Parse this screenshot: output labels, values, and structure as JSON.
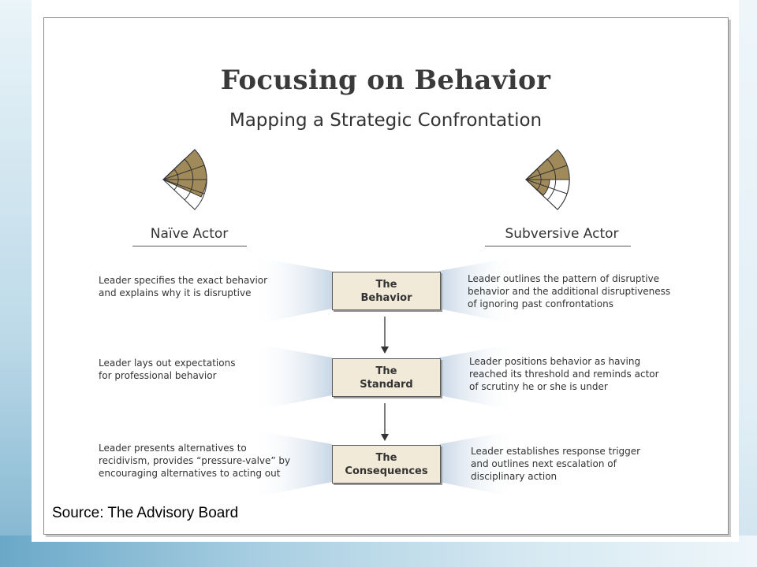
{
  "title": "Focusing on Behavior",
  "subtitle": "Mapping a Strategic Confrontation",
  "actors": {
    "left": "Naïve Actor",
    "right": "Subversive Actor"
  },
  "steps": [
    {
      "box_line1": "The",
      "box_line2": "Behavior",
      "left_text": "Leader specifies the exact behavior\nand explains why it is disruptive",
      "right_text": "Leader outlines the pattern of disruptive\nbehavior and the additional disruptiveness\nof ignoring past confrontations"
    },
    {
      "box_line1": "The",
      "box_line2": "Standard",
      "left_text": "Leader lays out expectations\nfor professional behavior",
      "right_text": "Leader positions behavior as having\nreached its threshold and reminds actor\nof scrutiny he or she is under"
    },
    {
      "box_line1": "The",
      "box_line2": "Consequences",
      "left_text": "Leader presents alternatives to\nrecidivism, provides “pressure-valve” by\nencouraging alternatives to acting out",
      "right_text": "Leader establishes response trigger\nand outlines next escalation of\ndisciplinary action"
    }
  ],
  "source": "Source: The Advisory Board",
  "colors": {
    "fan_fill": "#a08a5a",
    "box_fill": "#f2ead8",
    "wedge_shadow": "#cfdbe8"
  }
}
